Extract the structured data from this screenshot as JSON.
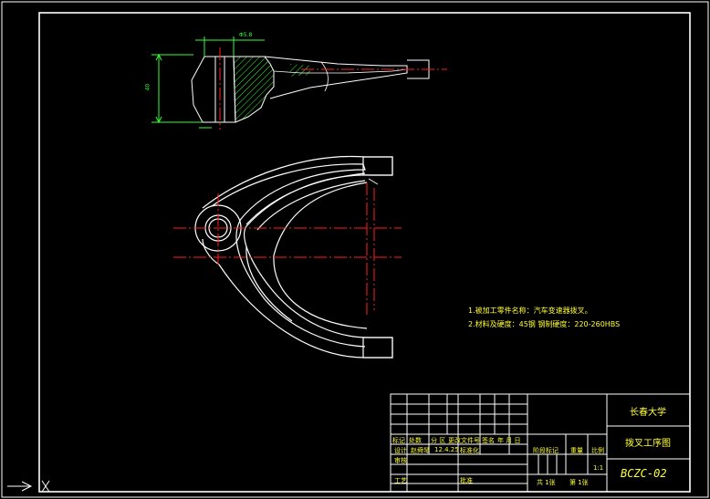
{
  "drawing": {
    "colors": {
      "background": "#000000",
      "outline": "#ffffff",
      "centerline": "#ff2020",
      "dimension": "#33ff33",
      "text": "#ffff33"
    },
    "dimensions": {
      "bore": "Φ5.8",
      "height": "40"
    },
    "notes": [
      "1.被加工零件名称：汽车变速器拨叉。",
      "2.材料及硬度：45钢  钢制硬度：220-260HBS"
    ],
    "title_block": {
      "school": "长春大学",
      "drawing_title": "拨叉工序图",
      "drawing_code": "BCZC-02",
      "revision_labels": [
        "标记",
        "处数",
        "分 区",
        "更改文件号",
        "签名",
        "年 月 日"
      ],
      "design_label": "设计",
      "designer": "赵舜琴",
      "date": "12.4.25",
      "standardization_label": "标准化",
      "check_label": "审核",
      "approve_label": "批准",
      "process_label": "工艺",
      "stage_label": "阶段标记",
      "weight_label": "重量",
      "scale_label": "比例",
      "scale_value": "1:1",
      "sheets_total": "共 1张",
      "sheet_no": "第 1张"
    }
  }
}
